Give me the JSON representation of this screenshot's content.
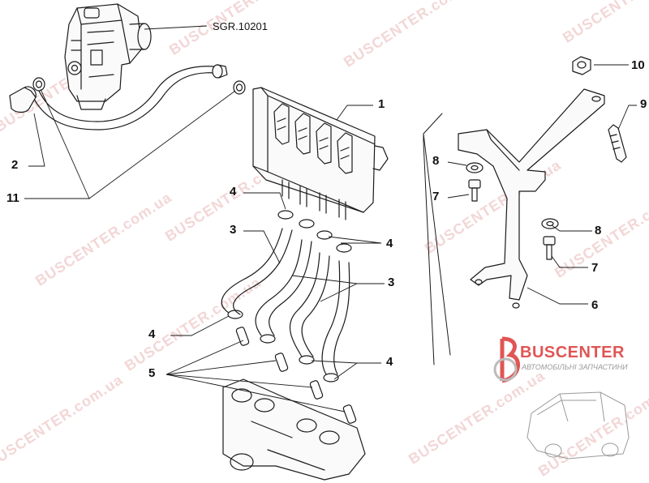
{
  "reference_code": "SGR.10201",
  "callouts": {
    "c1": "1",
    "c2": "2",
    "c3a": "3",
    "c3b": "3",
    "c4a": "4",
    "c4b": "4",
    "c4c": "4",
    "c4d": "4",
    "c5": "5",
    "c6": "6",
    "c7a": "7",
    "c7b": "7",
    "c8a": "8",
    "c8b": "8",
    "c9": "9",
    "c10": "10",
    "c11": "11"
  },
  "watermark": {
    "text": "BUSCENTER.com.ua",
    "color": "#e06060"
  },
  "brand": {
    "name": "BUSCENTER",
    "tagline": "АВТОМОБІЛЬНІ ЗАПЧАСТИНИ",
    "accent": "#e05555"
  },
  "line_color": "#1a1a1a"
}
